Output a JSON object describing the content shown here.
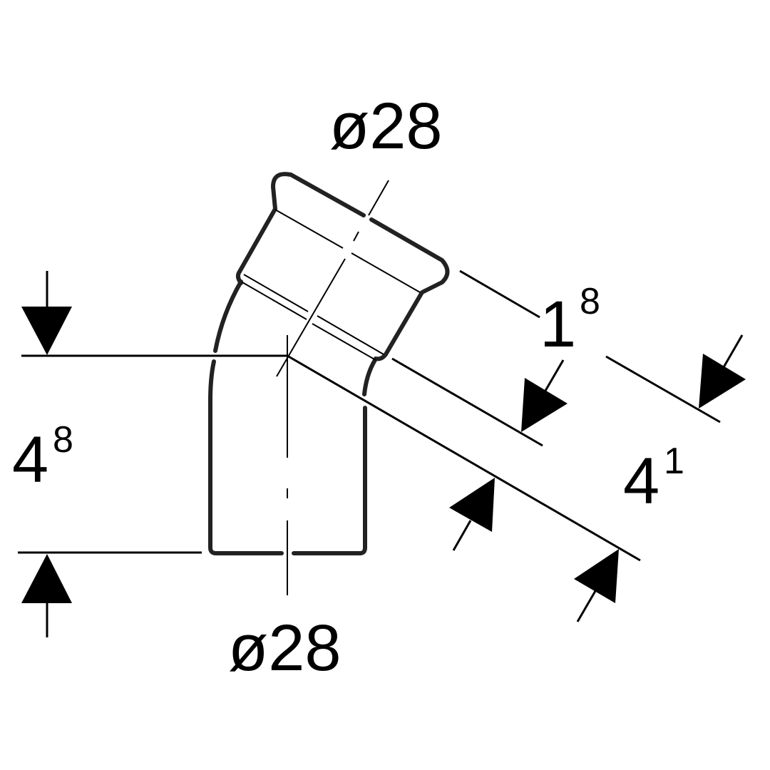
{
  "drawing": {
    "top_diameter_label": "ø28",
    "bottom_diameter_label": "ø28",
    "dim_socket_depth": {
      "main": "1",
      "sup": "8"
    },
    "dim_vertical_leg": {
      "main": "4",
      "sup": "8"
    },
    "dim_angled_leg": {
      "main": "4",
      "sup": "1"
    }
  }
}
